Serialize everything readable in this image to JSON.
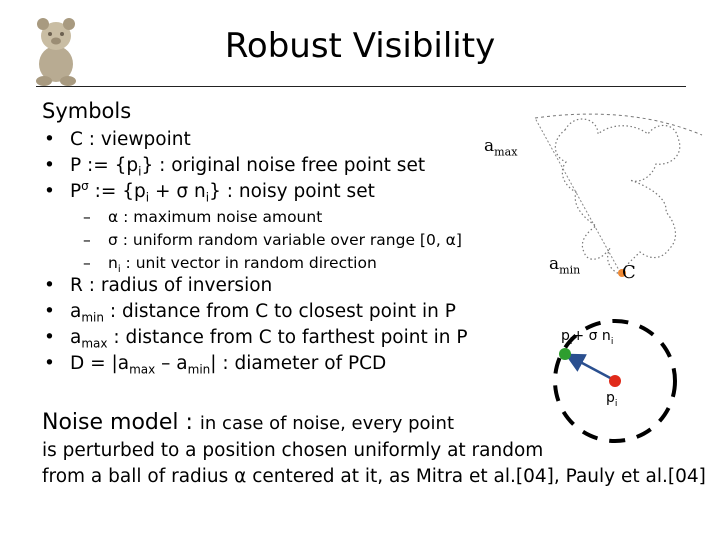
{
  "title": "Robust Visibility",
  "symbols_heading": "Symbols",
  "bullets_top": [
    {
      "pre": "C : viewpoint",
      "sup": "",
      "mid1": "",
      "sub1": "",
      "mid2": "",
      "sub2": "",
      "post": ""
    },
    {
      "pre": "P := {p",
      "sup": "",
      "mid1": "",
      "sub1": "i",
      "mid2": "} : original noise free point set",
      "sub2": "",
      "post": ""
    },
    {
      "pre": "P",
      "sup": "σ",
      "mid1": " := {p",
      "sub1": "i",
      "mid2": " + σ n",
      "sub2": "i",
      "post": "} : noisy point set"
    }
  ],
  "sub_bullets": [
    {
      "pre": "α : maximum noise amount",
      "sub": "",
      "post": ""
    },
    {
      "pre": "σ : uniform random variable over range [0, α]",
      "sub": "",
      "post": ""
    },
    {
      "pre": "n",
      "sub": "i",
      "post": " : unit vector in random direction"
    }
  ],
  "bullets_bottom": [
    {
      "pre": "R : radius of inversion",
      "sub1": "",
      "mid": "",
      "sub2": "",
      "post": ""
    },
    {
      "pre": "a",
      "sub1": "min",
      "mid": " : distance from C to closest point in P",
      "sub2": "",
      "post": ""
    },
    {
      "pre": "a",
      "sub1": "max",
      "mid": " : distance from C to farthest point in P",
      "sub2": "",
      "post": ""
    },
    {
      "pre": "D = |a",
      "sub1": "max",
      "mid": " – a",
      "sub2": "min",
      "post": "| : diameter of PCD"
    }
  ],
  "noise_model": {
    "label": "Noise model : ",
    "line1": "in case of noise, every point",
    "line2": "is perturbed to a position chosen uniformly at random",
    "line3": "from a  ball of radius α centered at it, as Mitra et al.[04], Pauly et al.[04]"
  },
  "figure": {
    "a_label": "a",
    "max_sub": "max",
    "min_sub": "min",
    "c_label": "C",
    "pn_pre": "p",
    "pn_sub1": "i",
    "pn_mid": "+ σ n",
    "pn_sub2": "i",
    "p_pre": "p",
    "p_sub": "i"
  },
  "colors": {
    "green_point": "#2e9e2e",
    "red_point": "#e02a1a",
    "arrow": "#2a4f8f",
    "viewpoint": "#ee8833",
    "dashed_circle": "#000000"
  }
}
